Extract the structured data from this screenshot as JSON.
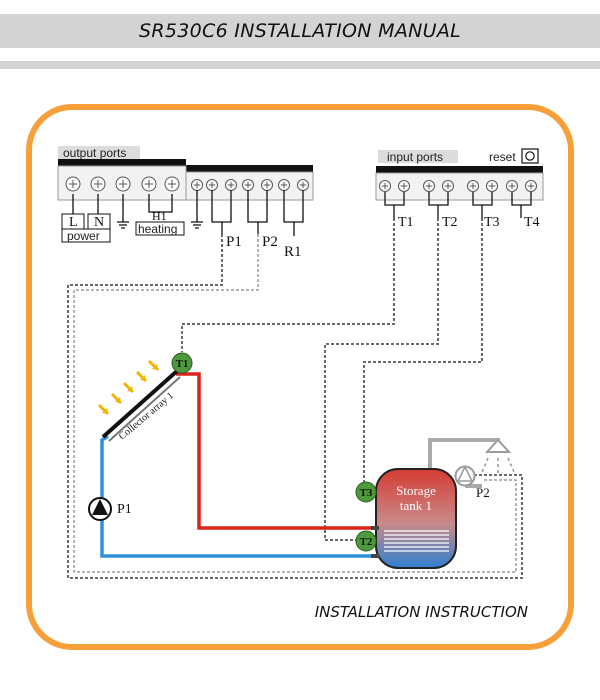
{
  "header": {
    "title": "SR530C6 INSTALLATION  MANUAL"
  },
  "output_ports": {
    "label": "output ports",
    "terminals": [
      "L",
      "N"
    ],
    "power_label": "power",
    "h1_label": "H1",
    "heating_label": "heating",
    "pump_labels": [
      "P1",
      "P2"
    ],
    "relay_label": "R1"
  },
  "input_ports": {
    "label": "input ports",
    "reset_label": "reset",
    "sensor_labels": [
      "T1",
      "T2",
      "T3",
      "T4"
    ]
  },
  "system": {
    "collector_label": "Collector array 1",
    "sensor_t1": "T1",
    "sensor_t2": "T2",
    "sensor_t3": "T3",
    "tank_line1": "Storage",
    "tank_line2": "tank 1",
    "pump1_label": "P1",
    "pump2_label": "P2",
    "colors": {
      "hot": "#d9231c",
      "cold": "#2f8fdc",
      "sensor": "#4c9a3b",
      "frame": "#f7a03a",
      "wire": "#6a6a6a"
    }
  },
  "footer": {
    "text": "INSTALLATION INSTRUCTION"
  }
}
